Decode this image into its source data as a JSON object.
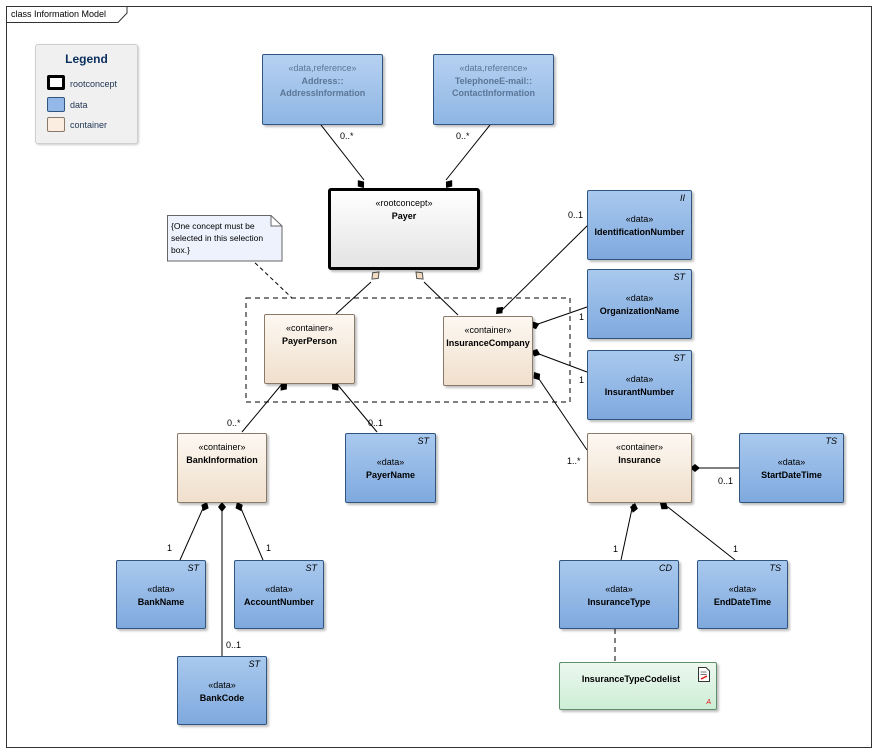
{
  "frame": {
    "title": "class Information Model"
  },
  "legend": {
    "title": "Legend",
    "items": [
      {
        "label": "rootconcept",
        "color": "#ffffff"
      },
      {
        "label": "data",
        "color": "#94b9e8"
      },
      {
        "label": "container",
        "color": "#fbeee0"
      }
    ]
  },
  "note": {
    "text": "{One concept must be selected in this selection box.}"
  },
  "colors": {
    "data": "#94b9e8",
    "container": "#fbeee0",
    "rootconcept": "#ffffff",
    "codelist": "#dcf2e2"
  },
  "elements": {
    "address": {
      "stereotype": "«data,reference»",
      "name": "Address::",
      "name2": "AddressInformation"
    },
    "contact": {
      "stereotype": "«data,reference»",
      "name": "TelephoneE-mail::",
      "name2": "ContactInformation"
    },
    "payer": {
      "stereotype": "«rootconcept»",
      "name": "Payer"
    },
    "identification": {
      "stereotype": "«data»",
      "name": "IdentificationNumber",
      "type": "II"
    },
    "organization": {
      "stereotype": "«data»",
      "name": "OrganizationName",
      "type": "ST"
    },
    "insurant": {
      "stereotype": "«data»",
      "name": "InsurantNumber",
      "type": "ST"
    },
    "payerperson": {
      "stereotype": "«container»",
      "name": "PayerPerson"
    },
    "insco": {
      "stereotype": "«container»",
      "name": "InsuranceCompany"
    },
    "bankinfo": {
      "stereotype": "«container»",
      "name": "BankInformation"
    },
    "payername": {
      "stereotype": "«data»",
      "name": "PayerName",
      "type": "ST"
    },
    "insurance": {
      "stereotype": "«container»",
      "name": "Insurance"
    },
    "startdate": {
      "stereotype": "«data»",
      "name": "StartDateTime",
      "type": "TS"
    },
    "bankname": {
      "stereotype": "«data»",
      "name": "BankName",
      "type": "ST"
    },
    "account": {
      "stereotype": "«data»",
      "name": "AccountNumber",
      "type": "ST"
    },
    "bankcode": {
      "stereotype": "«data»",
      "name": "BankCode",
      "type": "ST"
    },
    "instype": {
      "stereotype": "«data»",
      "name": "InsuranceType",
      "type": "CD"
    },
    "enddate": {
      "stereotype": "«data»",
      "name": "EndDateTime",
      "type": "TS"
    },
    "codelist": {
      "name": "InsuranceTypeCodelist",
      "icon": "document-icon",
      "flag": "A"
    }
  },
  "multiplicities": {
    "address": "0..*",
    "contact": "0..*",
    "identification": "0..1",
    "organization": "1",
    "insurant": "1",
    "bankinfo": "0..*",
    "payername": "0..1",
    "insurance": "1..*",
    "startdate": "0..1",
    "bankname": "1",
    "account": "1",
    "bankcode": "0..1",
    "instype": "1",
    "enddate": "1"
  }
}
